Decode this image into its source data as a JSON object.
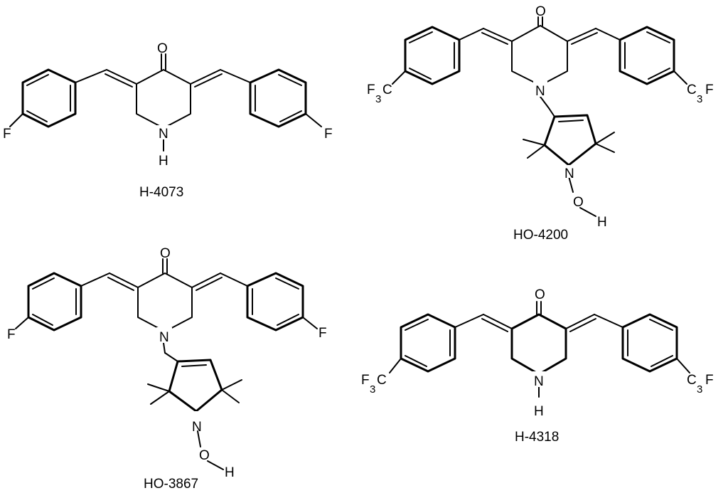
{
  "molecules": [
    {
      "name": "H-4073",
      "left_substituent": "F",
      "right_substituent": "F",
      "carbonyl_oxygen": "O",
      "ring_nitrogen": "N",
      "nitrogen_substituent": "H"
    },
    {
      "name": "HO-4200",
      "left_substituent_main": "F",
      "left_substituent_sub": "3",
      "left_substituent_tail": "C",
      "right_substituent_head": "C",
      "right_substituent_sub": "3",
      "right_substituent_tail": "F",
      "carbonyl_oxygen": "O",
      "ring_nitrogen": "N",
      "pyrroline_nitrogen": "N",
      "hydroxyl_oxygen": "O",
      "hydroxyl_hydrogen": "H"
    },
    {
      "name": "HO-3867",
      "left_substituent": "F",
      "right_substituent": "F",
      "carbonyl_oxygen": "O",
      "ring_nitrogen": "N",
      "pyrroline_nitrogen": "N",
      "hydroxyl_oxygen": "O",
      "hydroxyl_hydrogen": "H"
    },
    {
      "name": "H-4318",
      "left_substituent_main": "F",
      "left_substituent_sub": "3",
      "left_substituent_tail": "C",
      "right_substituent_head": "C",
      "right_substituent_sub": "3",
      "right_substituent_tail": "F",
      "carbonyl_oxygen": "O",
      "ring_nitrogen": "N",
      "nitrogen_substituent": "H"
    }
  ]
}
